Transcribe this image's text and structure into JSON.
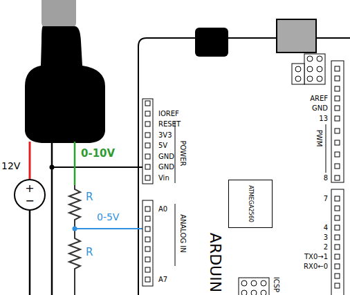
{
  "diagram": {
    "nodes": [
      {
        "text": [
          "12V",
          "+",
          "−"
        ]
      },
      {
        "text": [
          "ARDUIN"
        ]
      },
      {
        "text": [
          "ATMEGA2560"
        ],
        "in": 1
      }
    ],
    "labels": [
      "0-10V",
      "R",
      "0-5V",
      "R",
      "IOREF",
      "RESET",
      "3V3",
      "5V",
      "GND",
      "GND",
      "Vin",
      "POWER",
      "A0",
      "ANALOG IN",
      "A7",
      "AREF",
      "GND",
      "13",
      "PWM",
      "8",
      "7",
      "4",
      "3",
      "2",
      "TX0→1",
      "RX0←0",
      "ICSP"
    ]
  }
}
